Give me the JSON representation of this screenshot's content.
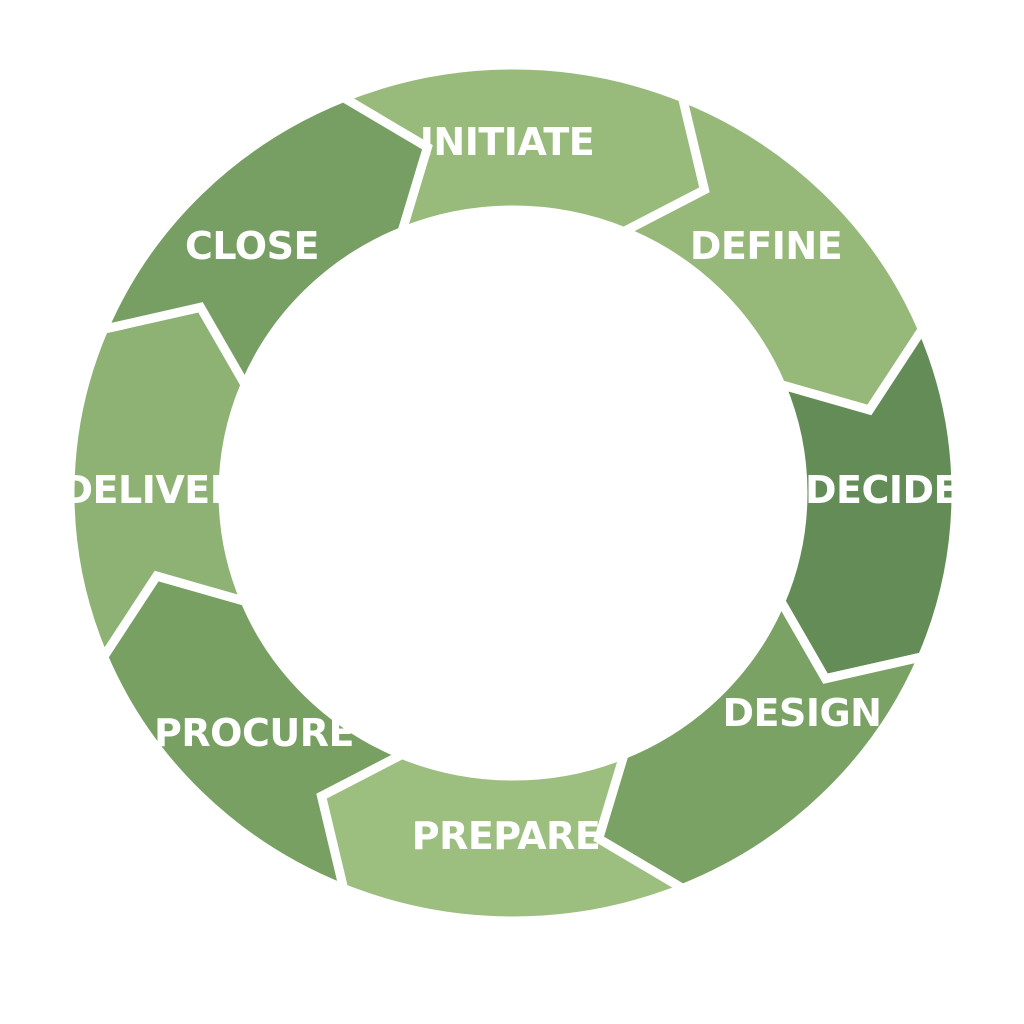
{
  "diagram": {
    "stages": [
      {
        "label": "INITIATE",
        "color": "#98bb7c"
      },
      {
        "label": "DEFINE",
        "color": "#96b97a"
      },
      {
        "label": "DECIDE",
        "color": "#648c57"
      },
      {
        "label": "DESIGN",
        "color": "#7aa265"
      },
      {
        "label": "PREPARE",
        "color": "#9cbf7f"
      },
      {
        "label": "PROCURE",
        "color": "#77a062"
      },
      {
        "label": "DELIVER",
        "color": "#8db274"
      },
      {
        "label": "CLOSE",
        "color": "#779f64"
      }
    ]
  }
}
